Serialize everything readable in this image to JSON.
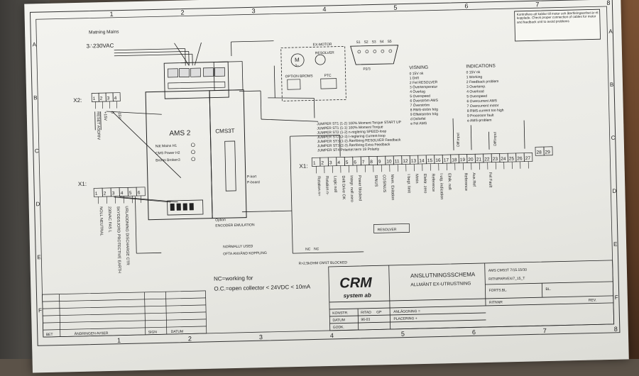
{
  "border": {
    "columns": [
      "1",
      "2",
      "3",
      "4",
      "5",
      "6",
      "7",
      "8"
    ],
    "rows": [
      "A",
      "B",
      "C",
      "D",
      "E",
      "F"
    ]
  },
  "mains": {
    "label": "Matning Mains",
    "voltage": "3∴230VAC"
  },
  "x2": {
    "name": "X2:",
    "pins": [
      "1",
      "2",
      "3",
      "4"
    ],
    "vert_labels": [
      "RESET ASDRIV",
      "+15V",
      "0",
      "-15V"
    ]
  },
  "x1_left": {
    "name": "X1:",
    "pins": [
      "1",
      "2",
      "3",
      "4",
      "5",
      "6"
    ],
    "vert_labels": [
      "NOLL NEUTRAL",
      "230VAC FAS L",
      "SKYDDSJORD PROTECTIVE EARTH",
      "URLADDNING DISCHARGE CTR",
      "",
      ""
    ]
  },
  "ams": {
    "title": "AMS 2",
    "rows": [
      "Nät Mains H1",
      "CMS Power H2",
      "Broms Broken3"
    ],
    "cms": "CMS3T",
    "option": "Option",
    "encoder": "ENCODER EMULATION",
    "p_kort": "P-kort",
    "p_board": "P-board"
  },
  "motor": {
    "label": "EX-MOTOR",
    "symbol": "M",
    "sub": "3~",
    "resolver": "RESOLVER",
    "ptc": "PTC",
    "option_brake": "OPTION BROMS"
  },
  "connector": {
    "pin_labels": [
      "S1",
      "S2",
      "S3",
      "S4",
      "S5"
    ],
    "name": "P2/3"
  },
  "note_box": "Kontrollera att kablar till motor och återföringsenhet är rtt kopplade. Check proper connection of cables for motor and feedback unit to avoid problems",
  "visning": {
    "title": "VISNING",
    "lines": [
      "0  15V ok",
      "1  Drift",
      "2  Fel RESOLVER",
      "3  Övertemperatur",
      "4  Överlag",
      "5  Overspeed",
      "6  Överström AMS",
      "7  Överström",
      "8  RMS-ström hög",
      "9  Effektström hög",
      "d  Dsforfel",
      "e  Fel AMS"
    ]
  },
  "indications": {
    "title": "INDICATIONS",
    "lines": [
      "0  15V ok",
      "1  Working",
      "2  Feedback problem",
      "3  Overtemp.",
      "4  Overload",
      "5  Overspeed",
      "6  Overcurrent AMS",
      "7  Overcurrent motor",
      "8  RMS-current too high",
      "9  Processor fault",
      "e  AMS-problem"
    ]
  },
  "jumpers": [
    "JUMPER ST1 (1-2) 100% Moment Torque START UP",
    "JUMPER ST1 (1-1) 100% Moment Torque",
    "JUMPER ST2 (1-2) n-reglering SPEED-loop",
    "JUMPER ST2 (2-3) I-reglering Current-loop",
    "JUMPER ST3 (1-2) Återföring RESOLVER Feedback",
    "JUMPER ST3 (2-3) Återföring Extra Feedback",
    "JUMPER ST4 Polaritet term 19 Polarity"
  ],
  "x1_right": {
    "name": "X1:",
    "pins": [
      "1",
      "2",
      "3",
      "4",
      "5",
      "6",
      "7",
      "8",
      "9",
      "10",
      "11",
      "12",
      "13",
      "14",
      "15",
      "16",
      "17",
      "18",
      "19",
      "20",
      "21",
      "22",
      "23",
      "24",
      "25",
      "26",
      "27"
    ],
    "extra_pins": [
      "28",
      "29"
    ],
    "vert_labels": [
      "Rotation n+",
      "Rotation n-",
      "Logic noll",
      "Drift Drive OK",
      "Integr. noll zero",
      "Power blocked",
      "",
      "SINUS",
      "COSINUS",
      "Mem. Exitation",
      "",
      "I begr. limit",
      "Mmin",
      "Elektr. zero",
      "Reference",
      "I utg. indication",
      "Elnik. noll",
      "",
      "Reference",
      "Aux.Ref",
      "",
      "Fel Fault"
    ],
    "diff_input_1": "Diff.input",
    "diff_input_2": "Diff.input",
    "resolver_box": "RESOLVER",
    "nc1": "NC",
    "nc2": "NC",
    "r_note": "R>2,5kOHM CMST BLOCKED"
  },
  "legend": {
    "normally_used": "NORMALLY USED",
    "ofta": "OFTA ANVÄND KOPPLING",
    "nc_note": "NC=working for",
    "oc_note": "O.C.=open collector < 24VDC < 10mA"
  },
  "title_block": {
    "company": "CRM",
    "company_sub": "system ab",
    "title": "ANSLUTNINGSSCHEMA",
    "subtitle": "ALLMÄNT EX-UTRUSTNING",
    "drawing_no": "AMS CMS3T  7/15.15/30",
    "ritn": "RITN/PARVEX/7_15_T",
    "forts": "FORTS.BL.",
    "bl": "BL.",
    "ritnnr": "RITNNR",
    "rev": "REV.",
    "konstr": "KONSTR.",
    "ritad": "RITAD",
    "ritad_val": "GP",
    "datum": "DATUM",
    "datum_val": "96-03",
    "godk": "GODK.",
    "anlaggning": "ANLÄGGNING =",
    "placering": "PLACERING +"
  },
  "revision_block": {
    "bet": "BET",
    "andringen": "ÄNDRINGEN AVSER",
    "sign": "SIGN",
    "datum": "DATUM"
  },
  "colors": {
    "paper": "#efefea",
    "ink": "#222222",
    "wood": "#6a452b"
  }
}
